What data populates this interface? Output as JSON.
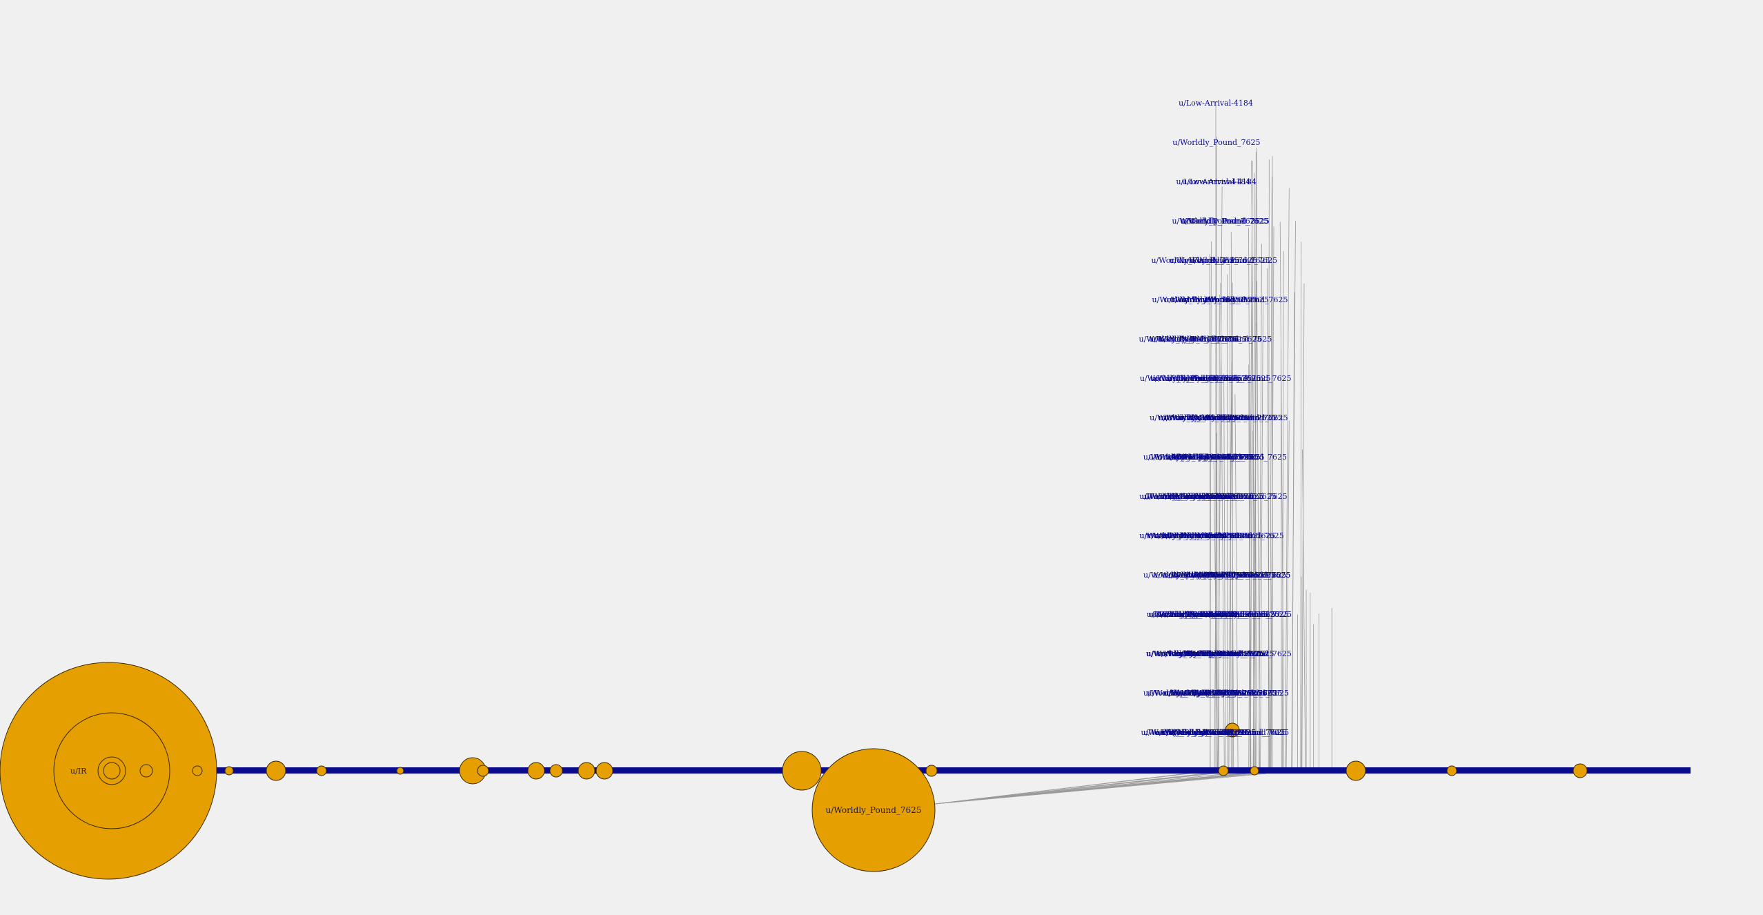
{
  "diagram": {
    "background": "#f0f0f0",
    "node_fill": "#e69f00",
    "node_stroke": "#3a2a00",
    "edge_color": "#9a9a9a",
    "label_color": "#0a0a8c",
    "rows": [
      {
        "label": "u/Low-Arrival-4184"
      },
      {
        "label": "u/Worldly_Pound_7625"
      },
      {
        "label": "u/Low-Arrival-4184"
      },
      {
        "label": "u/Worldly_Pound_7625"
      },
      {
        "label": "u/Worldly_Pound_7625"
      },
      {
        "label": "u/Worldly_Pound_7625"
      },
      {
        "label": "u/Worldly_Pound_7625"
      },
      {
        "label": "u/Worldly_Pound_7625"
      },
      {
        "label": "u/Worldly_Pound_7625"
      },
      {
        "label": "u/Worldly_Pound_7625"
      },
      {
        "label": "u/Worldly_Pound_7625"
      },
      {
        "label": "u/Worldly_Pound_7625"
      },
      {
        "label": "u/Worldly_Pound_7625"
      },
      {
        "label": "u/Worldly_Pound_7625"
      },
      {
        "label": "u/Worldly_Pound_7625"
      },
      {
        "label": "u/Worldly_Pound_7625"
      },
      {
        "label": "u/Worldly_Pound_7625"
      }
    ],
    "hub_label": "u/Worldly_Pound_7625",
    "root_label": "u/IR"
  }
}
